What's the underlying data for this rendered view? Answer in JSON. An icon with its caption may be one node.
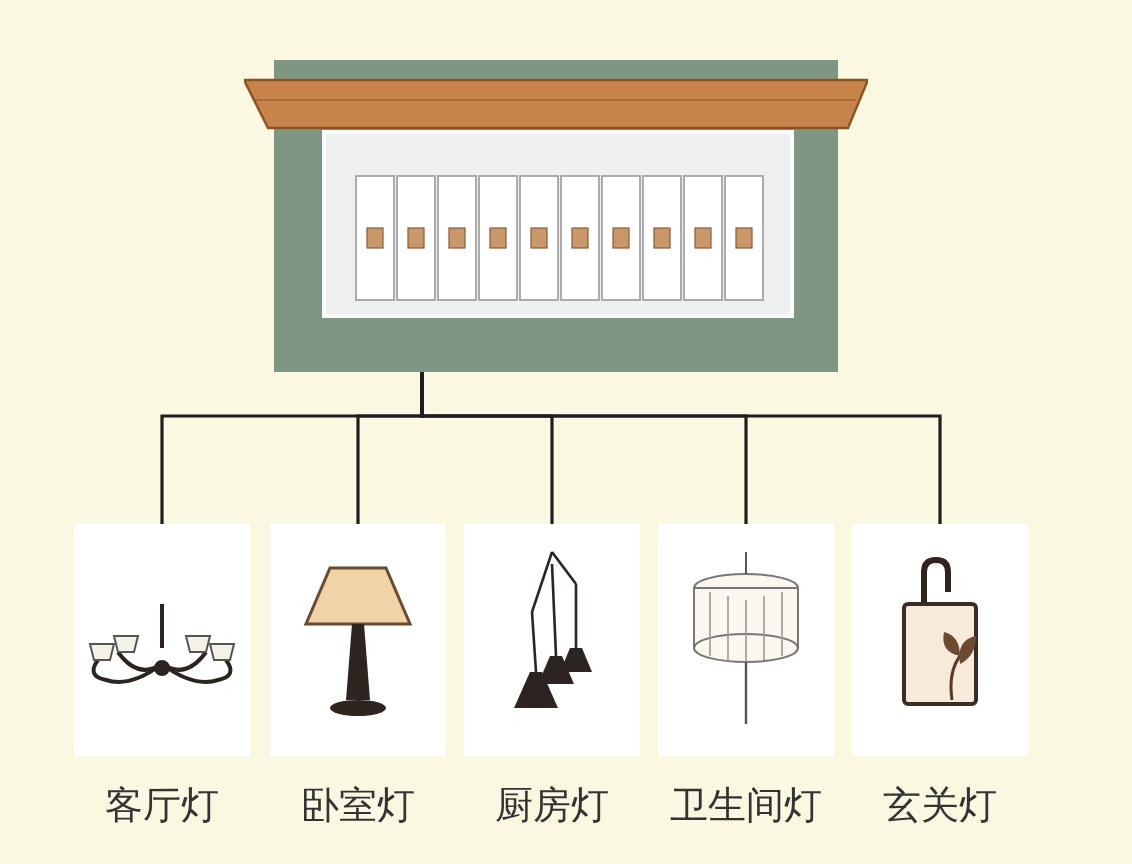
{
  "diagram": {
    "nodes": [
      {
        "text": [],
        "shape": "picture"
      },
      {
        "text": [
          "客厅灯"
        ]
      },
      {
        "text": [
          "卧室灯"
        ]
      },
      {
        "text": [
          "厨房灯"
        ]
      },
      {
        "text": [
          "卫生间灯"
        ]
      },
      {
        "text": [
          "玄关灯"
        ]
      }
    ],
    "edges": [
      {
        "from": 0,
        "to": 1,
        "arrow": "none"
      },
      {
        "from": 0,
        "to": 2,
        "arrow": "none"
      },
      {
        "from": 0,
        "to": 3,
        "arrow": "none"
      },
      {
        "from": 0,
        "to": 4,
        "arrow": "none"
      },
      {
        "from": 0,
        "to": 5,
        "arrow": "none"
      }
    ]
  }
}
